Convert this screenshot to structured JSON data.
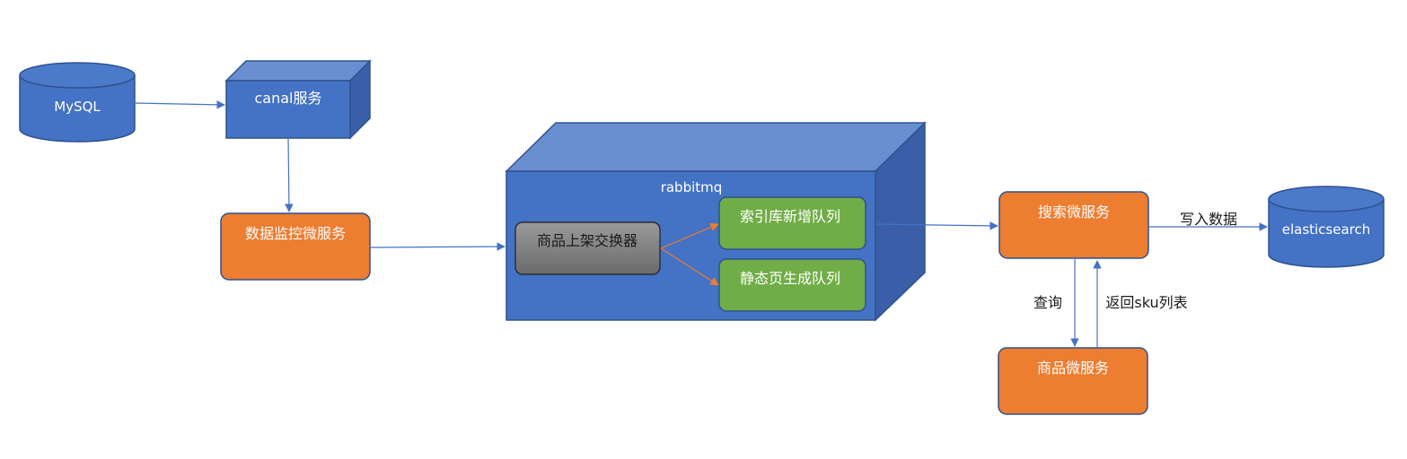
{
  "nodes": {
    "mysql": "MySQL",
    "canal": "canal服务",
    "monitor": "数据监控微服务",
    "rabbitmq": "rabbitmq",
    "exchange": "商品上架交换器",
    "queue_index": "索引库新增队列",
    "queue_static": "静态页生成队列",
    "search": "搜索微服务",
    "product": "商品微服务",
    "elasticsearch": "elasticsearch"
  },
  "edges": {
    "write_data": "写入数据",
    "query": "查询",
    "return_sku": "返回sku列表"
  },
  "colors": {
    "blue": "#4472C4",
    "blue_top": "#6A8FD0",
    "blue_side": "#3A5FA8",
    "orange": "#ED7D31",
    "green": "#70AD47",
    "gray": "#7F7F7F"
  }
}
